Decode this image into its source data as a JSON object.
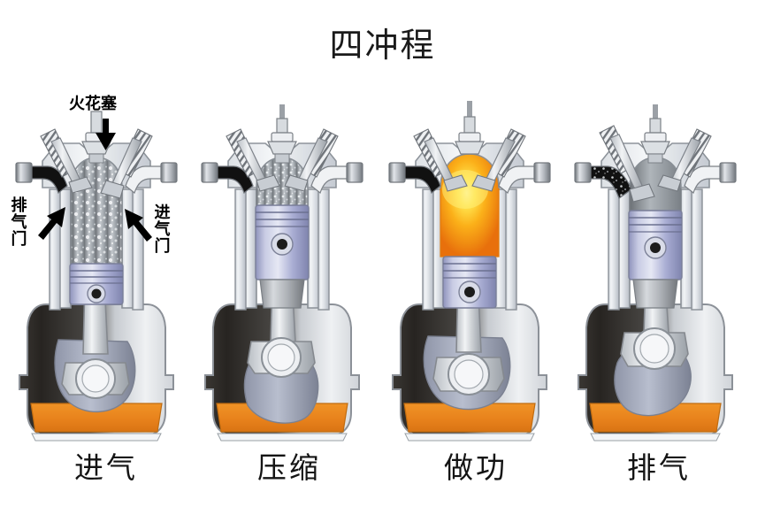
{
  "page": {
    "title": "四冲程",
    "background_color": "#ffffff"
  },
  "callouts": [
    {
      "name": "spark-plug",
      "label": "火花塞",
      "orientation": "horizontal"
    },
    {
      "name": "exhaust-valve",
      "label": "排气门",
      "orientation": "vertical"
    },
    {
      "name": "intake-valve",
      "label": "进气门",
      "orientation": "vertical"
    }
  ],
  "strokes": [
    {
      "id": "intake",
      "label": "进气",
      "chamber_fill": "mixture-spray",
      "piston_position": "low",
      "intake_valve": "open",
      "exhaust_valve": "closed",
      "crank_angle_deg": 90
    },
    {
      "id": "compression",
      "label": "压缩",
      "chamber_fill": "compressed-mixture",
      "piston_position": "high",
      "intake_valve": "closed",
      "exhaust_valve": "closed",
      "crank_angle_deg": 270
    },
    {
      "id": "power",
      "label": "做功",
      "chamber_fill": "combustion-flame",
      "piston_position": "mid-high",
      "intake_valve": "closed",
      "exhaust_valve": "closed",
      "crank_angle_deg": 30
    },
    {
      "id": "exhaust",
      "label": "排气",
      "chamber_fill": "exhaust-gas",
      "piston_position": "mid",
      "intake_valve": "closed",
      "exhaust_valve": "open",
      "crank_angle_deg": 200
    }
  ],
  "colors": {
    "oil_pan": "#E8821C",
    "oil_pan_dark": "#CE6E10",
    "piston": "#A9ADD3",
    "piston_light": "#D8DAEC",
    "metal_light": "#EDEFF2",
    "metal_mid": "#BFC4CC",
    "metal_dark": "#6E747C",
    "crankcase_dark": "#2A2724",
    "flame_core": "#FFE84A",
    "flame_mid": "#F9A81A",
    "flame_edge": "#ED7A10",
    "outline": "#5B6066",
    "text": "#141414"
  }
}
